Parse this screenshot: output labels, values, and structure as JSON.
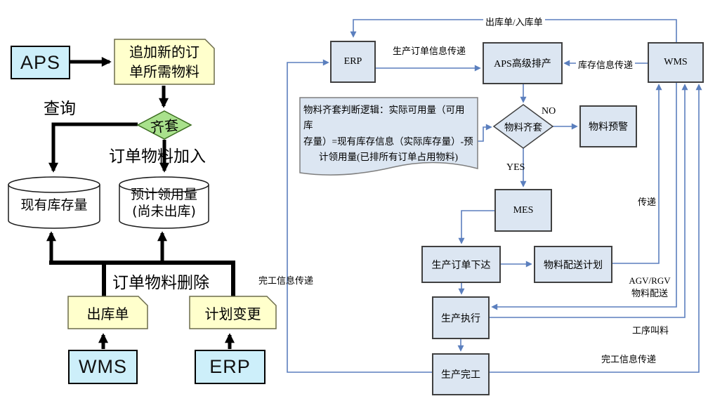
{
  "left": {
    "aps": "APS",
    "add_card": {
      "line1": "追加新的订",
      "line2": "单所需物料"
    },
    "qitao": "齐套",
    "query": "查询",
    "order_add": "订单物料加入",
    "cyl_stock": "现有库存量",
    "cyl_usage": {
      "line1": "预计领用量",
      "line2": "(尚未出库)"
    },
    "order_delete": "订单物料删除",
    "outbound_card": "出库单",
    "plan_change_card": "计划变更",
    "wms": "WMS",
    "erp": "ERP"
  },
  "right": {
    "erp": "ERP",
    "aps_sched": "APS高级排产",
    "wms": "WMS",
    "outbound_inbound": "出库单/入库单",
    "order_info": "生产订单信息传递",
    "inventory_info": "库存信息传递",
    "ready_diamond": "物料齐套",
    "no": "NO",
    "yes": "YES",
    "warning": "物料预警",
    "mes": "MES",
    "note": {
      "line1": "物料齐套判断逻辑：实际可用量（可用库",
      "line2": "存量）=现有库存信息（实际库存量）-预",
      "line3": "计领用量(已排所有订单占用物料)"
    },
    "order_release": "生产订单下达",
    "delivery_plan": "物料配送计划",
    "chuandi": "传递",
    "agv": {
      "line1": "AGV/RGV",
      "line2": "物料配送"
    },
    "exec": "生产执行",
    "process_call": "工序叫料",
    "done": "生产完工",
    "done_info_right": "完工信息传递",
    "done_info_left": "完工信息传递"
  },
  "colors": {
    "left_system_box": "#CDEFFA",
    "card_yellow": "#FFFFCC",
    "diamond_green": "#A9E18C",
    "right_node_fill": "#DCE6F2",
    "right_node_border": "#404040",
    "connector_blue": "#5B7FBE",
    "connector_black": "#000000"
  }
}
